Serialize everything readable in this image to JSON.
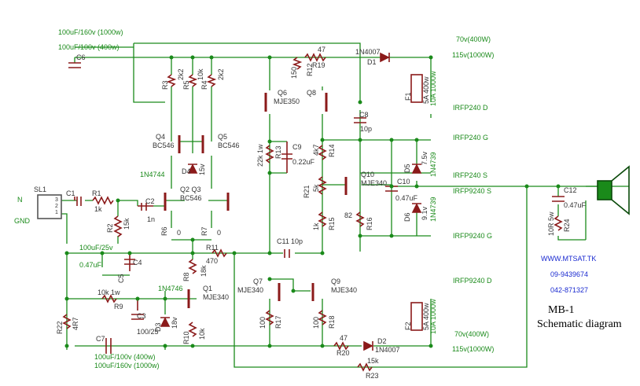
{
  "power": {
    "top_left_1": "100uF/160v (1000w)",
    "top_left_2": "100uF/100v (400w)",
    "top_right_1": "70v(400W)",
    "top_right_2": "115v(1000W)",
    "bot_right_1": "70v(400W)",
    "bot_right_2": "115v(1000W)",
    "bot_left_1": "100uF/100v (400w)",
    "bot_left_2": "100uF/160v (1000w)",
    "n_label": "N",
    "gnd_label": "GND"
  },
  "parts": {
    "C6": "C6",
    "C1": "C1",
    "C2": "C2",
    "C2v": "1n",
    "C3": "C3",
    "C3v": "100/25",
    "C4": "C4",
    "C5": "C5",
    "C5v": "0.47uF",
    "C4v": "100uF/25v",
    "C7": "C7",
    "C8": "C8",
    "C8v": "10p",
    "C9": "C9",
    "C9v": "0.22uF",
    "C10": "C10",
    "C10v": "0.47uF",
    "C11": "C11",
    "C11v": "10p",
    "C12": "C12",
    "C12v": "0.47uF",
    "R1": "R1",
    "R1v": "1k",
    "R2": "R2",
    "R2v": "15k",
    "R3": "R3",
    "R3v": "2k2",
    "R4": "R4",
    "R4v": "2k2",
    "R5": "R5",
    "R5v": "10k",
    "R6": "R6",
    "R6v": "0",
    "R7": "R7",
    "R7v": "0",
    "R8": "R8",
    "R8v": "18k",
    "R9": "R9",
    "R9v": "10k 1w",
    "R10": "R10",
    "R10v": "10k",
    "R11": "R11",
    "R11v": "470",
    "R12": "R12",
    "R12v": "150",
    "R13": "R13",
    "R13v": "22k 1w",
    "R14": "R14",
    "R14v": "4k7",
    "R15": "R15",
    "R15v": "1k",
    "R16": "R16",
    "R16v": "82",
    "R17": "R17",
    "R17v": "100",
    "R18": "R18",
    "R18v": "100",
    "R19": "R19",
    "R19v": "47",
    "R20": "R20",
    "R20v": "47",
    "R21": "R21",
    "R21v": "5k",
    "R22": "R22",
    "R22v": "4R7",
    "R23": "R23",
    "R23v": "15k",
    "R24": "R24",
    "R24v": "10R 5w",
    "D1": "D1",
    "D1v": "1N4007",
    "D2": "D2",
    "D2v": "1N4007",
    "D3": "D3",
    "D3v": "18v",
    "D4": "D4",
    "D4v": "15v",
    "D5": "D5",
    "D5v": "7.5v",
    "D6": "D6",
    "D6v": "9.1v",
    "Q1": "Q1",
    "Q1v": "MJE340",
    "Q2Q3": "Q2  Q3",
    "Q2Q3v": "BC546",
    "Q4": "Q4",
    "Q4v": "BC546",
    "Q5": "Q5",
    "Q5v": "BC546",
    "Q6": "Q6",
    "Q6v": "MJE350",
    "Q7": "Q7",
    "Q7v": "MJE340",
    "Q8": "Q8",
    "Q9": "Q9",
    "Q9v": "MJE340",
    "Q10": "Q10",
    "Q10v": "MJE340",
    "F1": "F1",
    "F1v": "5A 400w",
    "F1v2": "10A 1000w",
    "F2": "F2",
    "F2v": "5A 400w",
    "F2v2": "10A 1000w",
    "SL1": "SL1",
    "pin3": "3",
    "pin2": "2",
    "pin1": "1",
    "n4744": "1N4744",
    "n4746": "1N4746",
    "n4739a": "1N4739",
    "n4739b": "1N4739"
  },
  "outputs": {
    "irfp240_d": "IRFP240  D",
    "irfp240_g": "IRFP240  G",
    "irfp240_s": "IRFP240  S",
    "irfp9240_s": "IRFP9240  S",
    "irfp9240_g": "IRFP9240  G",
    "irfp9240_d": "IRFP9240  D"
  },
  "contact": {
    "website": "WWW.MTSAT.TK",
    "phone1": "09-9439674",
    "phone2": "042-871327"
  },
  "title": {
    "line1": "MB-1",
    "line2": "Schematic diagram"
  },
  "colors": {
    "wire": "#1a8a1a",
    "component": "#8b1a1a",
    "text": "#333333",
    "link": "#1a2ad0"
  }
}
